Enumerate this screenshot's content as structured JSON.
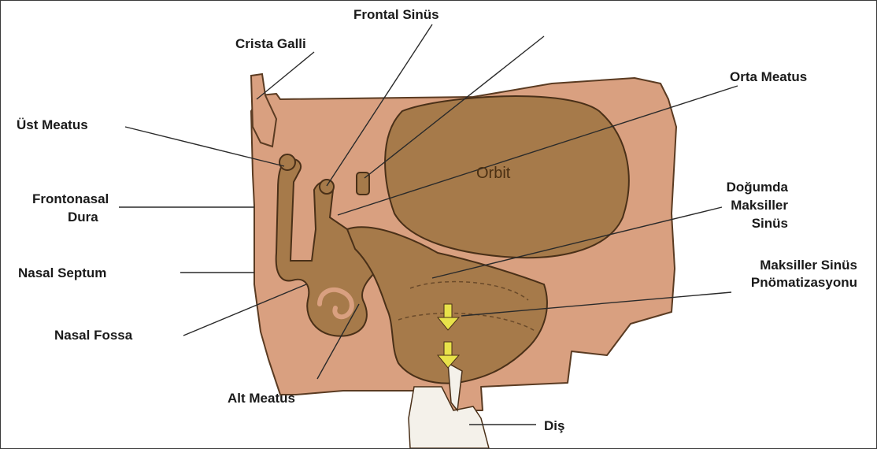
{
  "diagram": {
    "colors": {
      "tissue": "#d9a080",
      "tissue_edge": "#5a3b22",
      "cavity": "#a67a4a",
      "cavity_edge": "#4a3018",
      "arrow": "#e8e24a",
      "leader": "#2a2a2a",
      "tooth": "#f4f1ea"
    },
    "labels": {
      "frontal_sinus": "Frontal Sinüs",
      "crista_galli": "Crista Galli",
      "orta_meatus": "Orta Meatus",
      "ust_meatus": "Üst Meatus",
      "frontonasal_dura_1": "Frontonasal",
      "frontonasal_dura_2": "Dura",
      "nasal_septum": "Nasal Septum",
      "nasal_fossa": "Nasal Fossa",
      "alt_meatus": "Alt Meatus",
      "dogumda_1": "Doğumda",
      "dogumda_2": "Maksiller",
      "dogumda_3": "Sinüs",
      "pnom_1": "Maksiller Sinüs",
      "pnom_2": "Pnömatizasyonu",
      "dis": "Diş",
      "orbit": "Orbit"
    }
  }
}
